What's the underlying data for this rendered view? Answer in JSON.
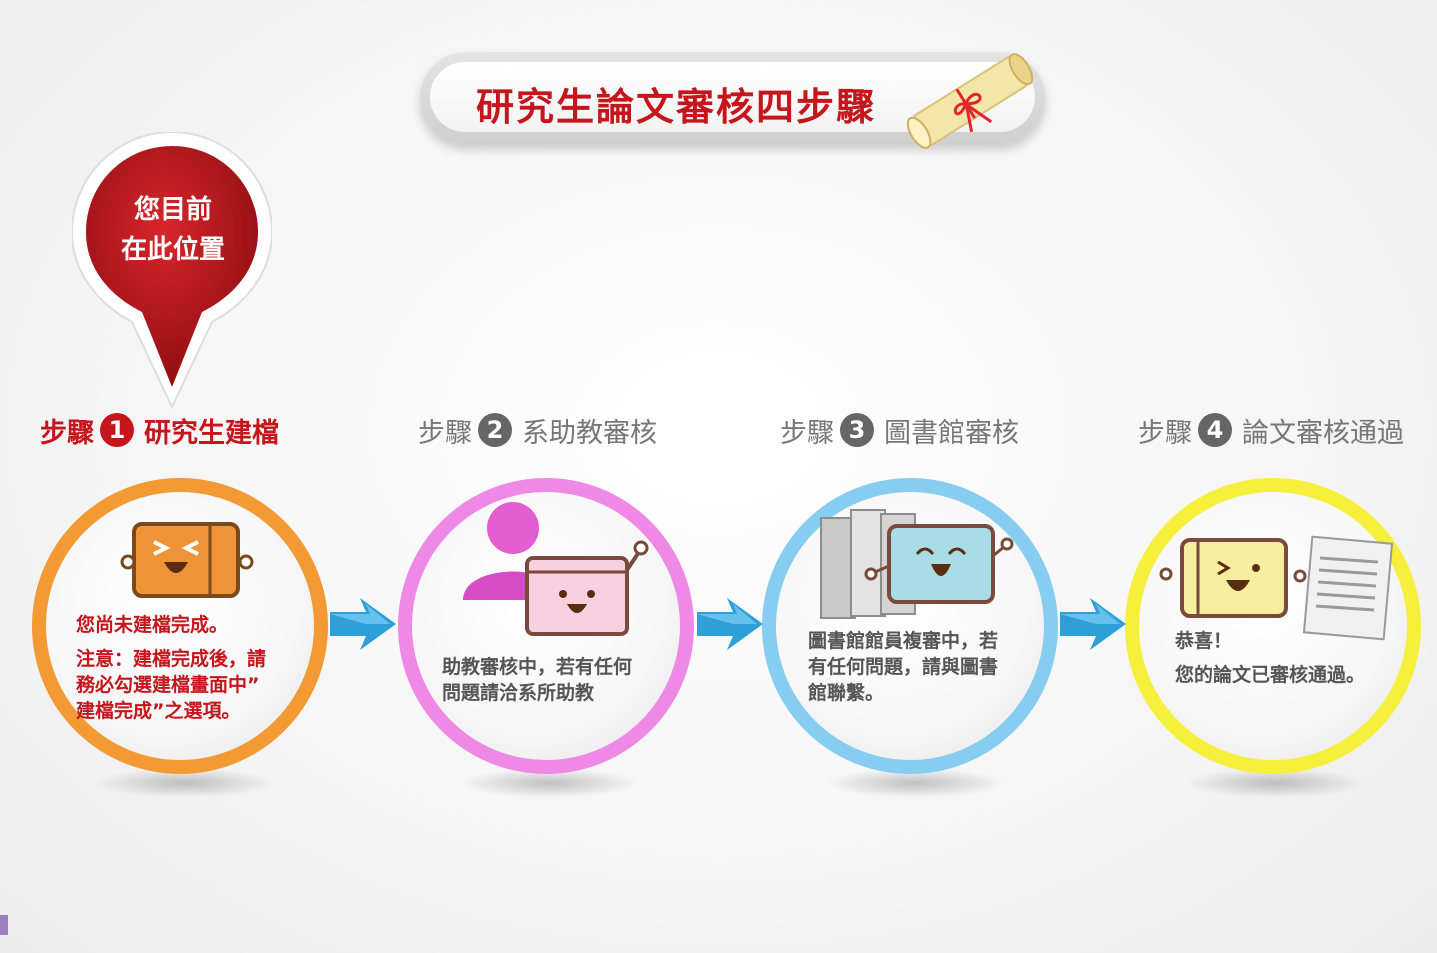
{
  "title": "研究生論文審核四步驟",
  "marker": {
    "line1": "您目前",
    "line2": "在此位置"
  },
  "steps": [
    {
      "prefix": "步驟",
      "number": "1",
      "name": "研究生建檔",
      "ring_color": "#f39a35",
      "desc": [
        "您尚未建檔完成。",
        "注意：建檔完成後，請",
        "務必勾選建檔畫面中”",
        "建檔完成”之選項。"
      ]
    },
    {
      "prefix": "步驟",
      "number": "2",
      "name": "系助教審核",
      "ring_color": "#ee8ae6",
      "desc": [
        "助教審核中，若有任何",
        "問題請洽系所助教"
      ]
    },
    {
      "prefix": "步驟",
      "number": "3",
      "name": "圖書館審核",
      "ring_color": "#87cdf1",
      "desc": [
        "圖書館館員複審中，若",
        "有任何問題，請與圖書",
        "館聯繫。"
      ]
    },
    {
      "prefix": "步驟",
      "number": "4",
      "name": "論文審核通過",
      "ring_color": "#f6ef3b",
      "desc": [
        "恭喜！",
        "您的論文已審核通過。"
      ]
    }
  ],
  "colors": {
    "accent": "#c4161c",
    "arrow": "#2e9fd9"
  }
}
